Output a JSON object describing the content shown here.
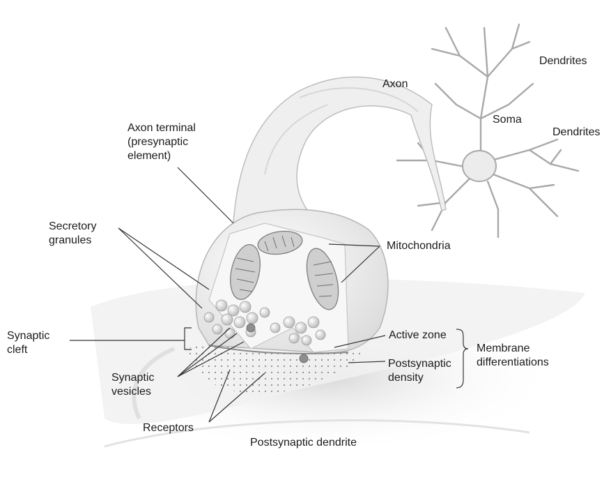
{
  "labels": {
    "dendrites_top": "Dendrites",
    "axon": "Axon",
    "soma": "Soma",
    "dendrites_right": "Dendrites",
    "axon_terminal": "Axon terminal\n(presynaptic\nelement)",
    "secretory_granules": "Secretory\ngranules",
    "mitochondria": "Mitochondria",
    "synaptic_cleft": "Synaptic\ncleft",
    "active_zone": "Active zone",
    "membrane_differentiations": "Membrane\ndifferentiations",
    "postsynaptic_density": "Postsynaptic\ndensity",
    "synaptic_vesicles": "Synaptic\nvesicles",
    "receptors": "Receptors",
    "postsynaptic_dendrite": "Postsynaptic dendrite"
  },
  "colors": {
    "ink": "#1a1a1a",
    "leader": "#333333",
    "membrane": "#9a9a9a",
    "shade": "#e4e4e4"
  }
}
